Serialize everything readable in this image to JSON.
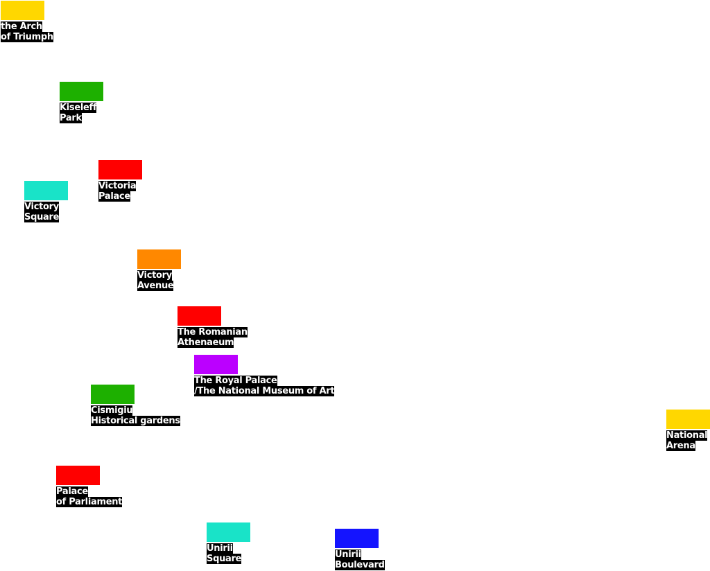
{
  "landmarks": [
    {
      "id": "arch-of-triumph",
      "color": "#FFD700",
      "lines": [
        "the Arch",
        "of Triumph"
      ]
    },
    {
      "id": "kiseleff-park",
      "color": "#1DB000",
      "lines": [
        "Kiseleff",
        "Park"
      ]
    },
    {
      "id": "victoria-palace",
      "color": "#FF0000",
      "lines": [
        "Victoria",
        "Palace"
      ]
    },
    {
      "id": "victory-square",
      "color": "#19E3C8",
      "lines": [
        "Victory",
        "Square"
      ]
    },
    {
      "id": "victory-avenue",
      "color": "#FF8800",
      "lines": [
        "Victory",
        "Avenue"
      ]
    },
    {
      "id": "romanian-athenaeum",
      "color": "#FF0000",
      "lines": [
        "The Romanian",
        "Athenaeum"
      ]
    },
    {
      "id": "royal-palace",
      "color": "#BB00FF",
      "lines": [
        "The Royal Palace",
        "/The National Museum of Art"
      ]
    },
    {
      "id": "cismigiu-gardens",
      "color": "#1DB000",
      "lines": [
        "Cismigiu",
        "Historical gardens"
      ]
    },
    {
      "id": "national-arena",
      "color": "#FFD700",
      "lines": [
        "National",
        "Arena"
      ]
    },
    {
      "id": "palace-of-parliament",
      "color": "#FF0000",
      "lines": [
        "Palace",
        "of Parliament"
      ]
    },
    {
      "id": "unirii-square",
      "color": "#19E3C8",
      "lines": [
        "Unirii",
        "Square"
      ]
    },
    {
      "id": "unirii-boulevard",
      "color": "#1414FF",
      "lines": [
        "Unirii",
        "Boulevard"
      ]
    }
  ]
}
